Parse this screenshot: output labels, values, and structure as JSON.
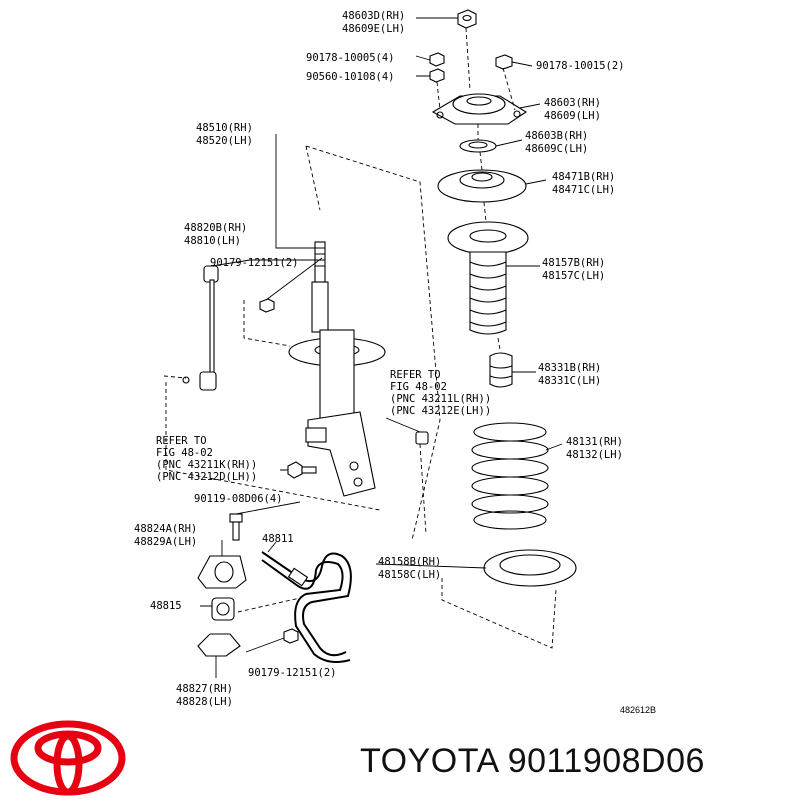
{
  "labels": {
    "l01": "48603D(RH)",
    "l02": "48609E(LH)",
    "l03": "90178-10005(4)",
    "l04": "90560-10108(4)",
    "l05": "90178-10015(2)",
    "l06": "48603(RH)",
    "l07": "48609(LH)",
    "l08": "48510(RH)",
    "l09": "48520(LH)",
    "l10": "48603B(RH)",
    "l11": "48609C(LH)",
    "l12": "48471B(RH)",
    "l13": "48471C(LH)",
    "l14": "48820B(RH)",
    "l15": "48810(LH)",
    "l16": "90179-12151(2)",
    "l17": "48157B(RH)",
    "l18": "48157C(LH)",
    "l19": "48331B(RH)",
    "l20": "48331C(LH)",
    "l21": "REFER TO",
    "l22": "FIG 48-02",
    "l23": "(PNC 43211L(RH))",
    "l24": "(PNC 43212E(LH))",
    "l25": "48131(RH)",
    "l26": "48132(LH)",
    "l27": "REFER TO",
    "l28": "FIG 48-02",
    "l29": "(PNC 43211K(RH))",
    "l30": "(PNC 43212D(LH))",
    "l31": "90119-08D06(4)",
    "l32": "48824A(RH)",
    "l33": "48829A(LH)",
    "l34": "48811",
    "l35": "48158B(RH)",
    "l36": "48158C(LH)",
    "l37": "48815",
    "l38": "90179-12151(2)",
    "l39": "48827(RH)",
    "l40": "48828(LH)",
    "l41": "482612B"
  },
  "brand": {
    "text": "TOYOTA 9011908D06",
    "logo_color": "#e60012"
  }
}
